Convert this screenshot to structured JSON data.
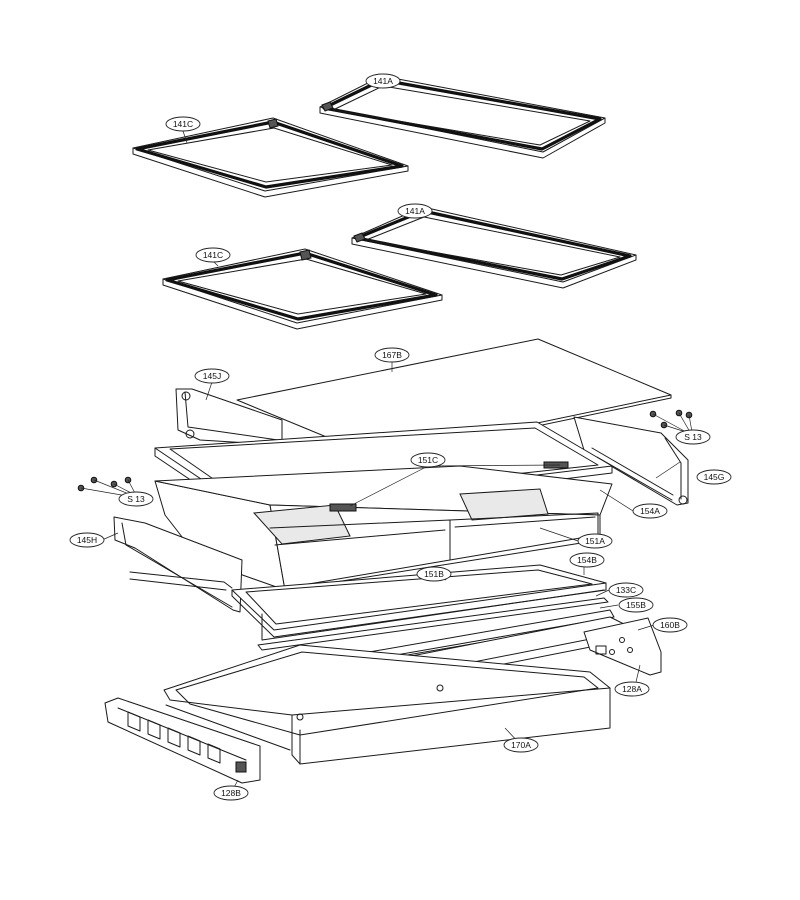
{
  "labels": {
    "l141A_top": "141A",
    "l141C_top": "141C",
    "l141A_mid": "141A",
    "l141C_mid": "141C",
    "l167B": "167B",
    "l145J": "145J",
    "lS13_right": "S 13",
    "l145G": "145G",
    "l151C": "151C",
    "lS13_left": "S 13",
    "l154A": "154A",
    "l145H": "145H",
    "l151A": "151A",
    "l154B": "154B",
    "l151B": "151B",
    "l133C": "133C",
    "l155B": "155B",
    "l160B": "160B",
    "l128A": "128A",
    "l170A": "170A",
    "l128B": "128B"
  }
}
